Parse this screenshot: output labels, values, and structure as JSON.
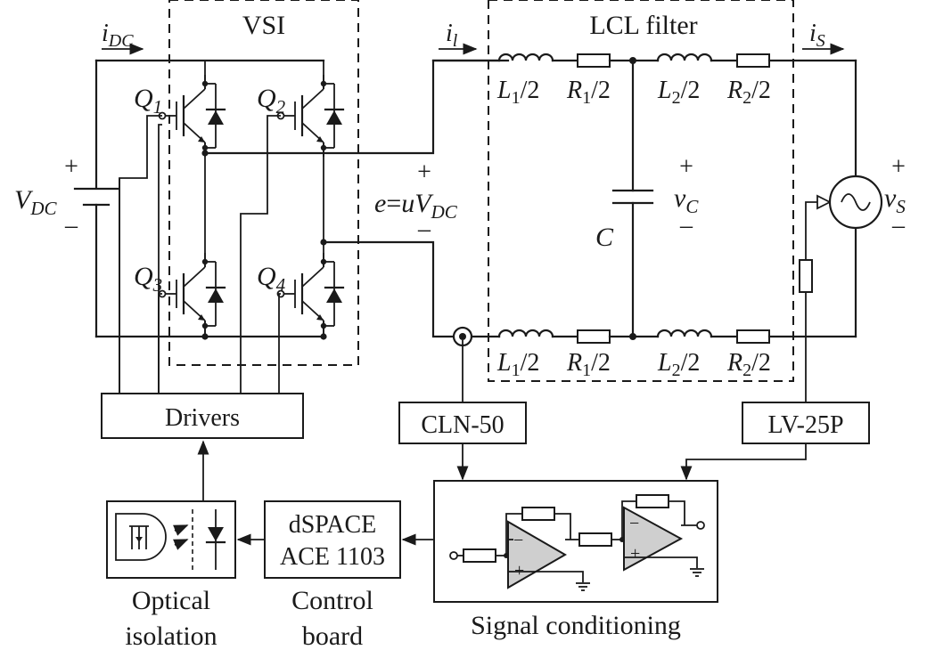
{
  "blocks": {
    "vsi": "VSI",
    "lcl_filter": "LCL filter",
    "drivers": "Drivers",
    "cln50": "CLN-50",
    "lv25p": "LV-25P",
    "dspace_line1": "dSPACE",
    "dspace_line2": "ACE 1103",
    "control_board_line1": "Control",
    "control_board_line2": "board",
    "optical_isolation_line1": "Optical",
    "optical_isolation_line2": "isolation",
    "signal_conditioning": "Signal conditioning"
  },
  "signals": {
    "idc": {
      "base": "i",
      "sub": "DC"
    },
    "il": {
      "base": "i",
      "sub": "l"
    },
    "is": {
      "base": "i",
      "sub": "S"
    },
    "vdc": {
      "base": "V",
      "sub": "DC"
    },
    "e_prefix": "e",
    "e_eq": "=",
    "e_u": "uV",
    "e_sub": "DC",
    "vc": {
      "base": "v",
      "sub": "C"
    },
    "vs": {
      "base": "v",
      "sub": "S"
    },
    "c": "C",
    "plus": "+",
    "minus": "–"
  },
  "switches": [
    {
      "base": "Q",
      "sub": "1"
    },
    {
      "base": "Q",
      "sub": "2"
    },
    {
      "base": "Q",
      "sub": "3"
    },
    {
      "base": "Q",
      "sub": "4"
    }
  ],
  "filter_components": {
    "l1": {
      "base": "L",
      "sub": "1",
      "tail": "/2"
    },
    "r1": {
      "base": "R",
      "sub": "1",
      "tail": "/2"
    },
    "l2": {
      "base": "L",
      "sub": "2",
      "tail": "/2"
    },
    "r2": {
      "base": "R",
      "sub": "2",
      "tail": "/2"
    }
  },
  "opamp_signs": {
    "minus": "−",
    "plus": "+"
  }
}
